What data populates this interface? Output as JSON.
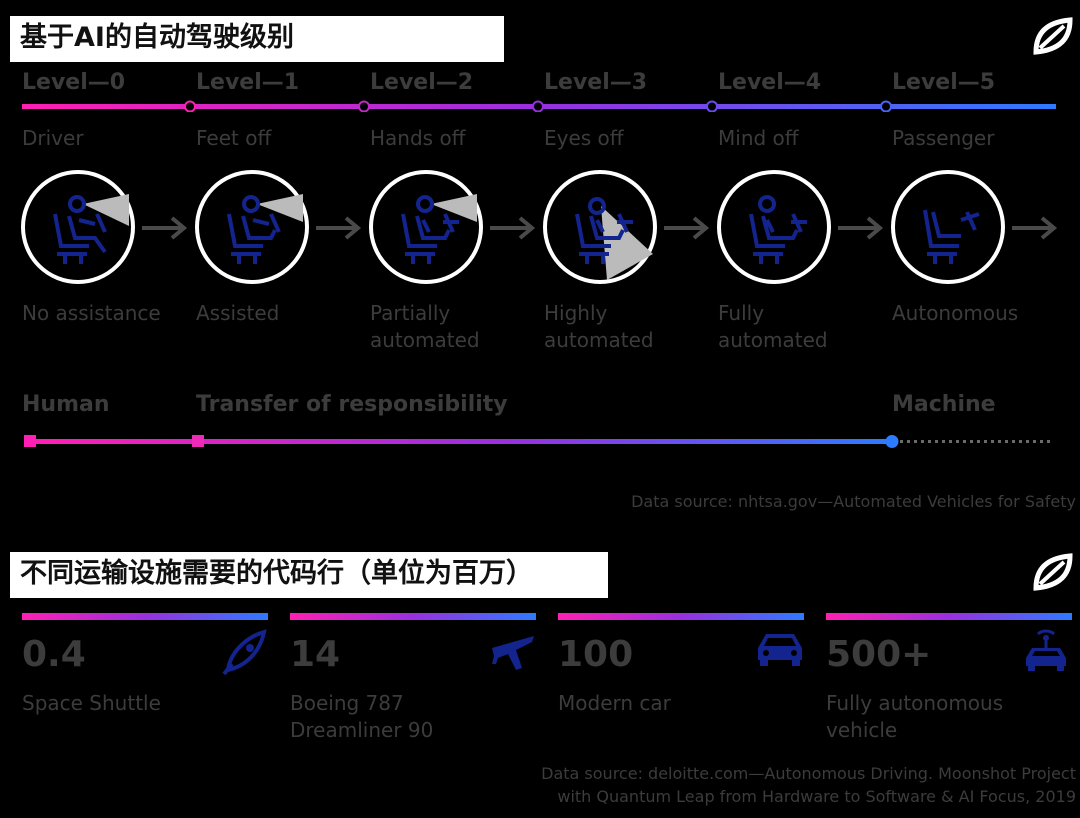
{
  "section1": {
    "title": "基于AI的自动驾驶级别",
    "levels": [
      {
        "level": "Level—0",
        "mode": "Driver",
        "description": "No assistance"
      },
      {
        "level": "Level—1",
        "mode": "Feet off",
        "description": "Assisted"
      },
      {
        "level": "Level—2",
        "mode": "Hands off",
        "description": "Partially automated"
      },
      {
        "level": "Level—3",
        "mode": "Eyes off",
        "description": "Highly automated"
      },
      {
        "level": "Level—4",
        "mode": "Mind off",
        "description": "Fully automated"
      },
      {
        "level": "Level—5",
        "mode": "Passenger",
        "description": "Autonomous"
      }
    ],
    "scale": {
      "human": "Human",
      "transfer": "Transfer of responsibility",
      "machine": "Machine"
    },
    "source": "Data source: nhtsa.gov—Automated Vehicles for Safety"
  },
  "section2": {
    "title": "不同运输设施需要的代码行（单位为百万）",
    "stats": [
      {
        "value": "0.4",
        "label": "Space Shuttle",
        "icon": "rocket-icon"
      },
      {
        "value": "14",
        "label": "Boeing 787 Dreamliner 90",
        "icon": "airplane-icon"
      },
      {
        "value": "100",
        "label": "Modern car",
        "icon": "car-icon"
      },
      {
        "value": "500+",
        "label": "Fully autonomous vehicle",
        "icon": "autonomous-vehicle-icon"
      }
    ],
    "source_line1": "Data source: deloitte.com—Autonomous Driving. Moonshot Project",
    "source_line2": "with Quantum Leap from Hardware to Software & AI Focus, 2019"
  },
  "colors": {
    "pink": "#ff1fb4",
    "purple": "#9a2fe0",
    "blue": "#2d7bff",
    "navy": "#14248f",
    "grey_text": "#3c3c3c"
  }
}
